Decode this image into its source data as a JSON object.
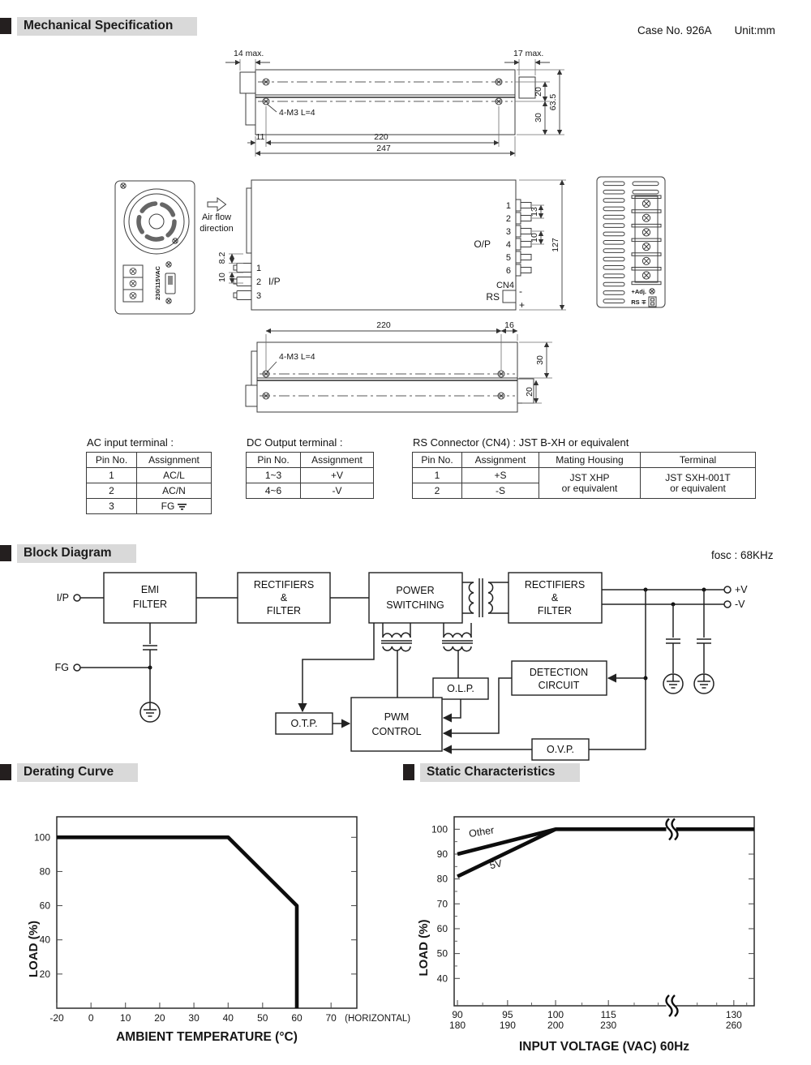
{
  "header": {
    "mechanical": "Mechanical Specification",
    "case_no": "Case No. 926A",
    "unit": "Unit:mm",
    "block": "Block Diagram",
    "fosc": "fosc : 68KHz",
    "derating": "Derating Curve",
    "static": "Static Characteristics"
  },
  "mech": {
    "dim_14max": "14 max.",
    "dim_17max": "17 max.",
    "dim_11": "11",
    "dim_220": "220",
    "dim_247": "247",
    "dim_20": "20",
    "dim_30": "30",
    "dim_63_5": "63.5",
    "dim_16": "16",
    "dim_8_2": "8.2",
    "dim_10": "10",
    "dim_13": "13",
    "dim_127": "127",
    "screw_note": "4-M3 L=4",
    "air_flow_line1": "Air flow",
    "air_flow_line2": "direction",
    "voltage_label": "230/115VAC",
    "ip_label": "I/P",
    "op_label": "O/P",
    "cn4_label": "CN4",
    "rs_label": "RS",
    "minus": "-",
    "plus": "+",
    "adj_label": "+Adj.",
    "rs_adj_label": "RS ∓",
    "ip_pins": [
      "1",
      "2",
      "3"
    ],
    "op_pins": [
      "1",
      "2",
      "3",
      "4",
      "5",
      "6"
    ]
  },
  "tables": {
    "ac": {
      "title": "AC input terminal :",
      "headers": [
        "Pin No.",
        "Assignment"
      ],
      "rows": [
        [
          "1",
          "AC/L"
        ],
        [
          "2",
          "AC/N"
        ],
        [
          "3",
          "FG"
        ]
      ]
    },
    "dc": {
      "title": "DC Output terminal :",
      "headers": [
        "Pin No.",
        "Assignment"
      ],
      "rows": [
        [
          "1~3",
          "+V"
        ],
        [
          "4~6",
          "-V"
        ]
      ]
    },
    "rs": {
      "title": "RS Connector (CN4) : JST B-XH or equivalent",
      "headers": [
        "Pin No.",
        "Assignment",
        "Mating Housing",
        "Terminal"
      ],
      "rows": [
        [
          "1",
          "+S"
        ],
        [
          "2",
          "-S"
        ]
      ],
      "mating_housing": [
        "JST XHP",
        "or equivalent"
      ],
      "terminal": [
        "JST SXH-001T",
        "or equivalent"
      ]
    }
  },
  "block": {
    "input": "I/P",
    "fg": "FG",
    "pos_out": "+V",
    "neg_out": "-V",
    "emi": [
      "EMI",
      "FILTER"
    ],
    "rect_filter": [
      "RECTIFIERS",
      "&",
      "FILTER"
    ],
    "power": [
      "POWER",
      "SWITCHING"
    ],
    "detection": [
      "DETECTION",
      "CIRCUIT"
    ],
    "pwm": [
      "PWM",
      "CONTROL"
    ],
    "olp": "O.L.P.",
    "otp": "O.T.P.",
    "ovp": "O.V.P."
  },
  "chart_data": [
    {
      "type": "line",
      "title": "Derating Curve",
      "xlabel": "AMBIENT TEMPERATURE (°C)",
      "xlabel_suffix": "(HORIZONTAL)",
      "ylabel": "LOAD (%)",
      "xticks": [
        "-20",
        "0",
        "10",
        "20",
        "30",
        "40",
        "50",
        "60",
        "70"
      ],
      "xtick_values": [
        -20,
        0,
        10,
        20,
        30,
        40,
        50,
        60,
        70
      ],
      "xtick_fracs": [
        0,
        0.114,
        0.229,
        0.343,
        0.457,
        0.571,
        0.686,
        0.8,
        0.914
      ],
      "yticks": [
        20,
        40,
        60,
        80,
        100
      ],
      "ylim": [
        0,
        112
      ],
      "grid": false,
      "series": [
        {
          "name": "load_limit",
          "points": [
            [
              -20,
              100
            ],
            [
              40,
              100
            ],
            [
              60,
              60
            ],
            [
              60,
              0
            ]
          ]
        }
      ]
    },
    {
      "type": "line",
      "title": "Static Characteristics",
      "xlabel": "INPUT VOLTAGE (VAC) 60Hz",
      "ylabel": "LOAD (%)",
      "xticks_2row": [
        [
          "90",
          "180"
        ],
        [
          "95",
          "190"
        ],
        [
          "100",
          "200"
        ],
        [
          "115",
          "230"
        ],
        [
          "130",
          "260"
        ]
      ],
      "xtick_values": [
        90,
        95,
        100,
        115,
        130
      ],
      "xtick_fracs": [
        0.011,
        0.178,
        0.338,
        0.514,
        0.932
      ],
      "xminor_fracs": [
        0.095,
        0.258,
        0.426,
        0.6,
        0.68,
        0.81,
        0.875,
        0.975
      ],
      "yticks": [
        40,
        50,
        60,
        70,
        80,
        90,
        100
      ],
      "yminor": [
        45,
        55,
        65,
        75,
        85,
        95
      ],
      "ylim": [
        29,
        105
      ],
      "grid": false,
      "x_extra_map": [
        [
          136,
          1.0
        ]
      ],
      "series": [
        {
          "name": "Other",
          "points": [
            [
              90,
              90
            ],
            [
              100,
              100
            ],
            [
              136,
              100
            ]
          ],
          "label": {
            "x": 91.2,
            "y": 96.8,
            "rot": -9
          }
        },
        {
          "name": "5V",
          "points": [
            [
              90,
              81
            ],
            [
              100,
              100
            ]
          ],
          "label": {
            "x": 93.3,
            "y": 84,
            "rot": -13
          }
        }
      ],
      "breaks": [
        {
          "frac": 0.723,
          "y": 100
        },
        {
          "frac": 0.723,
          "y": "axis"
        }
      ]
    }
  ]
}
